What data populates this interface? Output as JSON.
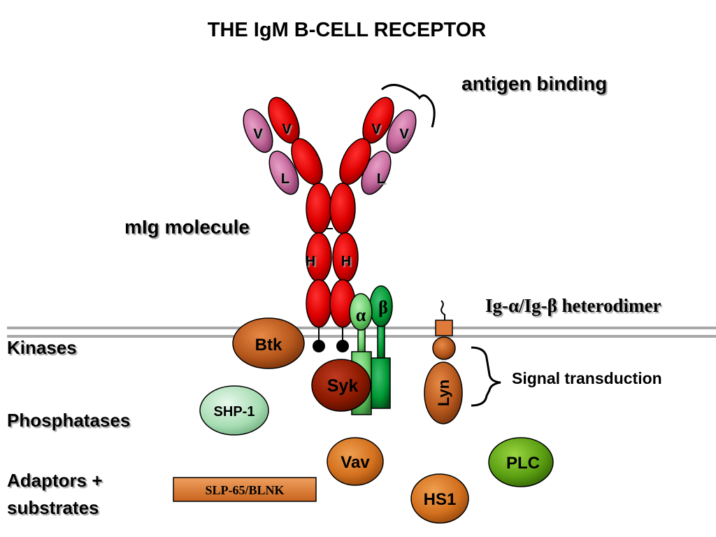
{
  "title": "THE IgM B-CELL RECEPTOR",
  "labels": {
    "antigen_binding": "antigen binding",
    "mig_molecule": "mIg molecule",
    "heterodimer": "Ig-α/Ig-β heterodimer",
    "signal_transduction": "Signal transduction",
    "kinases": "Kinases",
    "phosphatases": "Phosphatases",
    "adaptors_line1": "Adaptors +",
    "adaptors_line2": "substrates"
  },
  "domains": {
    "v": "V",
    "l": "L",
    "h": "H",
    "alpha": "α",
    "beta": "β"
  },
  "molecules": {
    "btk": "Btk",
    "syk": "Syk",
    "lyn": "Lyn",
    "shp1": "SHP-1",
    "vav": "Vav",
    "plc": "PLC",
    "hs1": "HS1",
    "slp65": "SLP-65/BLNK"
  },
  "colors": {
    "heavy_chain": "#e00000",
    "light_chain": "#cc6699",
    "alpha_chain": "#66cc66",
    "beta_chain": "#009933",
    "brown": "#b5561c",
    "dark_red": "#8b1a00",
    "olive_green": "#5a9e12",
    "light_green": "#99ddaa",
    "orange": "#d2691e",
    "membrane": "#999999"
  }
}
